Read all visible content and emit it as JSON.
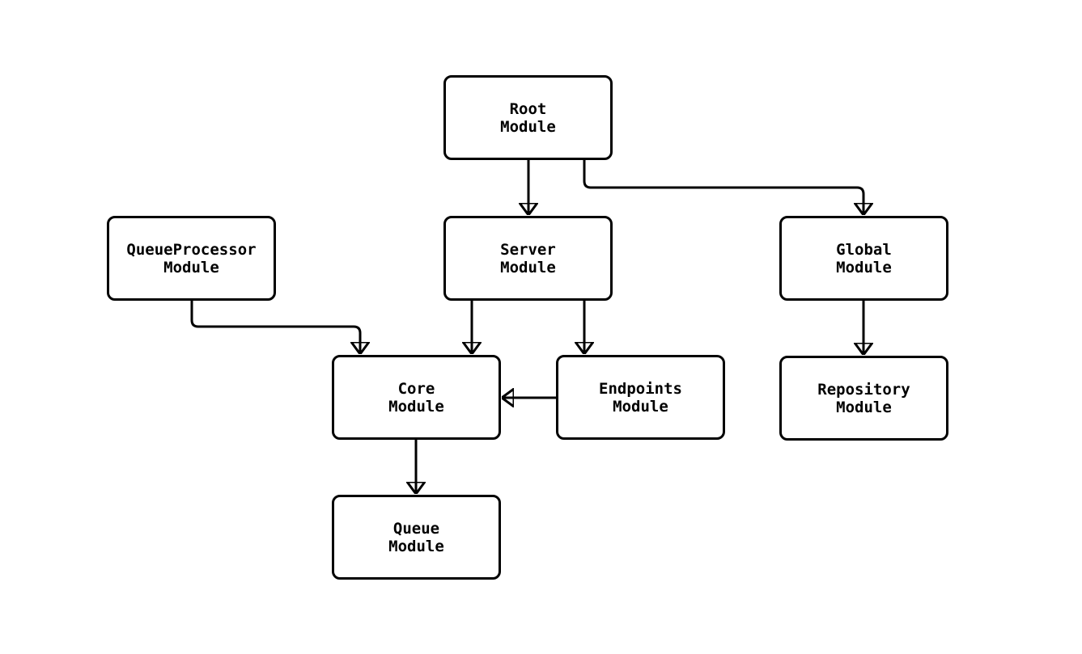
{
  "diagram": {
    "background_color": "#ffffff",
    "line_color": "#000000",
    "node_fill_color": "#ffffff",
    "node_border_color": "#000000",
    "nodes": {
      "root": {
        "label": "Root\nModule"
      },
      "queue_processor": {
        "label": "QueueProcessor\nModule"
      },
      "server": {
        "label": "Server\nModule"
      },
      "global": {
        "label": "Global\nModule"
      },
      "core": {
        "label": "Core\nModule"
      },
      "endpoints": {
        "label": "Endpoints\nModule"
      },
      "repository": {
        "label": "Repository\nModule"
      },
      "queue": {
        "label": "Queue\nModule"
      }
    },
    "edges": [
      {
        "from": "Root Module",
        "to": "Server Module"
      },
      {
        "from": "Root Module",
        "to": "Global Module"
      },
      {
        "from": "QueueProcessor Module",
        "to": "Core Module"
      },
      {
        "from": "Server Module",
        "to": "Core Module"
      },
      {
        "from": "Server Module",
        "to": "Endpoints Module"
      },
      {
        "from": "Endpoints Module",
        "to": "Core Module"
      },
      {
        "from": "Global Module",
        "to": "Repository Module"
      },
      {
        "from": "Core Module",
        "to": "Queue Module"
      }
    ]
  }
}
